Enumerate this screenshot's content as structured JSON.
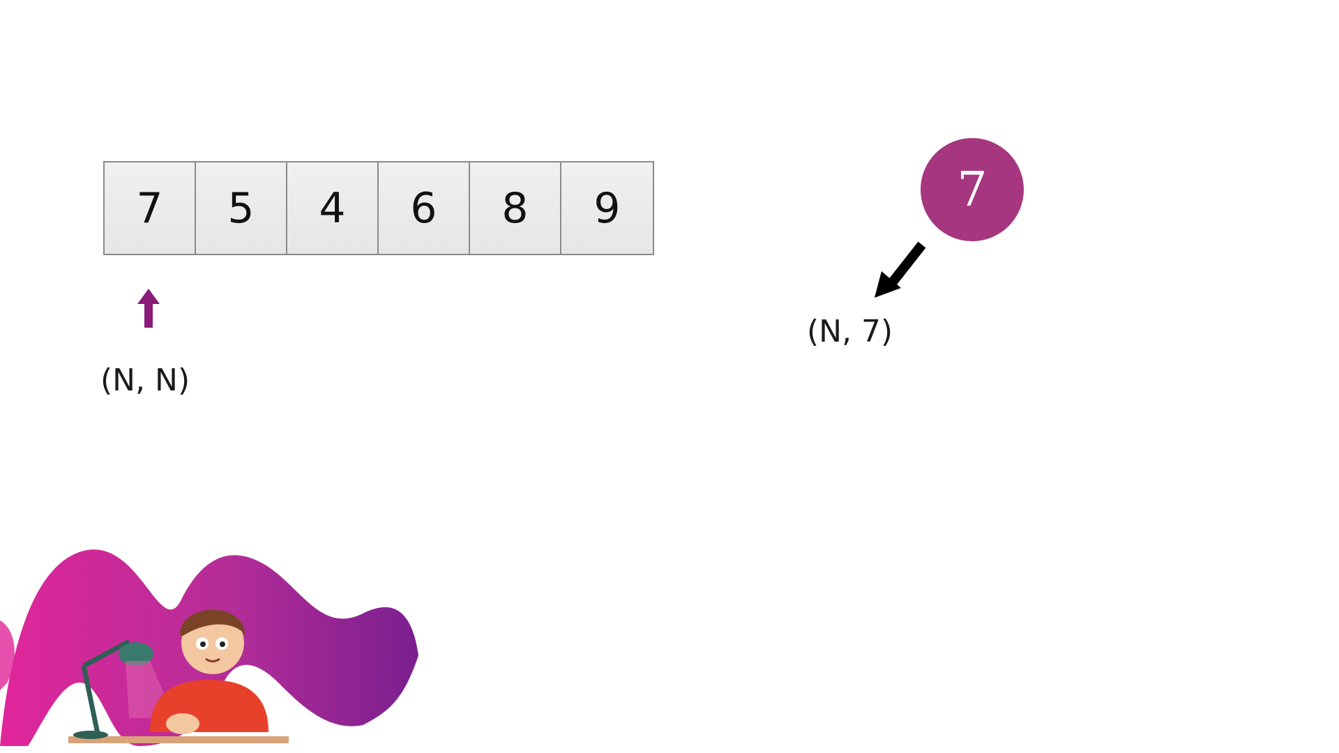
{
  "array": {
    "cells": [
      "7",
      "5",
      "4",
      "6",
      "8",
      "9"
    ]
  },
  "pointer": {
    "label": "(N, N)",
    "color": "#8b1a7a"
  },
  "tree": {
    "node_value": "7",
    "node_color": "#a5367f",
    "child_label": "(N, 7)"
  },
  "decor": {
    "illustration": "character-at-desk-with-lamp-on-purple-brush-stroke"
  }
}
